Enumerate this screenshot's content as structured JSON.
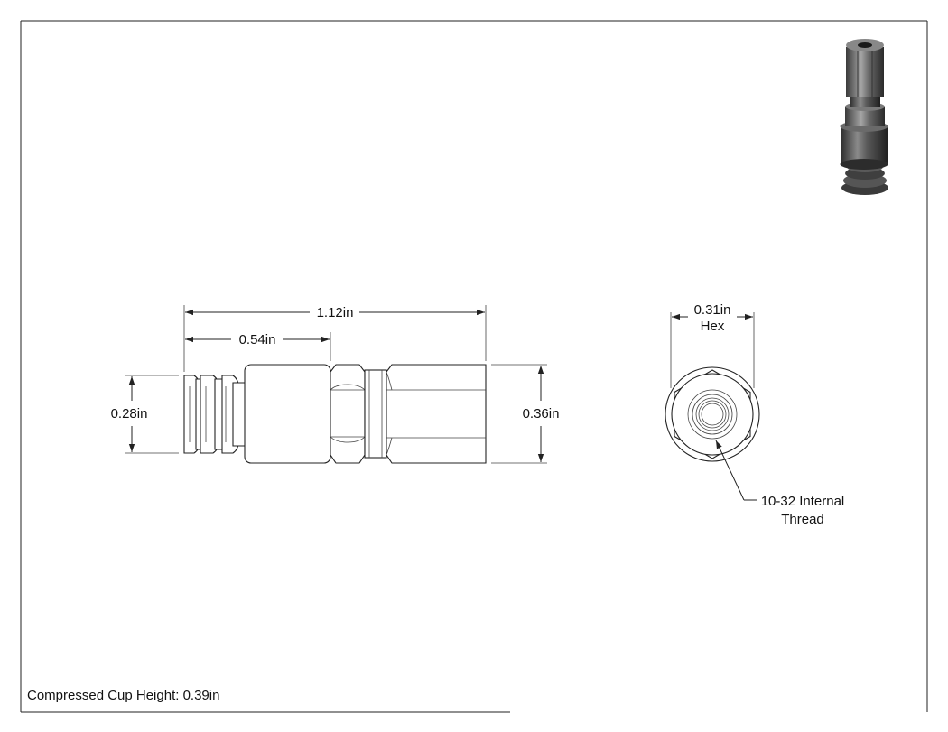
{
  "drawing": {
    "dimensions": {
      "overall_length": "1.12in",
      "cup_length": "0.54in",
      "cup_diameter": "0.28in",
      "body_diameter": "0.36in",
      "hex_size": "0.31in",
      "hex_label": "Hex"
    },
    "callouts": {
      "thread_line1": "10-32 Internal",
      "thread_line2": "Thread"
    },
    "note": "Compressed Cup Height: 0.39in"
  }
}
